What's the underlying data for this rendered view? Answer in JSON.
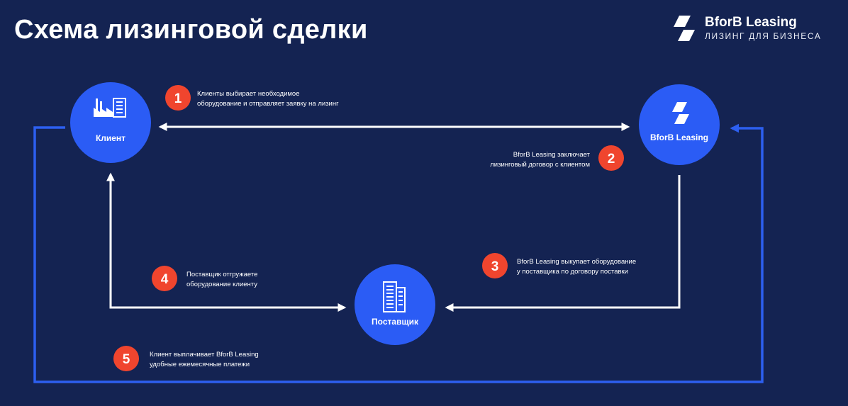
{
  "title": "Схема лизинговой сделки",
  "brand": {
    "name": "BforB Leasing",
    "tagline": "ЛИЗИНГ ДЛЯ БИЗНЕСА"
  },
  "nodes": {
    "client": {
      "label": "Клиент",
      "icon": "factory-icon"
    },
    "leasing": {
      "label": "BforB Leasing",
      "icon": "bforb-logo-icon"
    },
    "supplier": {
      "label": "Поставщик",
      "icon": "building-icon"
    }
  },
  "steps": [
    {
      "number": "1",
      "lines": [
        "Клиенты выбирает необходимое",
        "оборудование и отправляет заявку на лизинг"
      ]
    },
    {
      "number": "2",
      "lines": [
        "BforB Leasing заключает",
        "лизинговый договор с клиентом"
      ]
    },
    {
      "number": "3",
      "lines": [
        "BforB Leasing выкупает оборудование",
        "у поставщика по договору поставки"
      ]
    },
    {
      "number": "4",
      "lines": [
        "Поставщик отгружаете",
        "оборудование клиенту"
      ]
    },
    {
      "number": "5",
      "lines": [
        "Клиент выплачивает BforB Leasing",
        "удобные ежемесячные платежи"
      ]
    }
  ],
  "colors": {
    "background": "#142352",
    "node": "#2b5cf5",
    "badge": "#f0452e",
    "arrow_white": "#ffffff",
    "arrow_blue": "#2d5ff0"
  }
}
